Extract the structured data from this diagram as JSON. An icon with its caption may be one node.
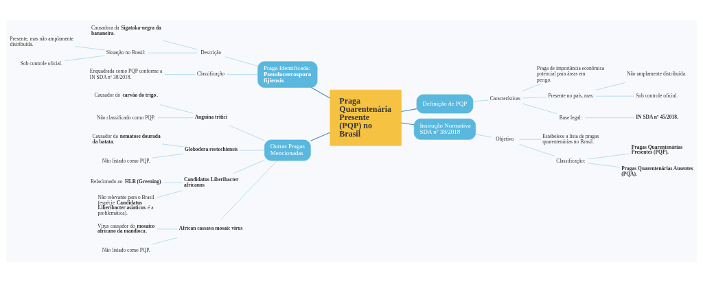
{
  "diagram": {
    "nodes": [
      {
        "text": [
          "Praga Quarentenária Presente (PQP) no Brasil"
        ]
      },
      {
        "text": [
          "Praga Identificada: **Pseudocercospora fijiensis**"
        ]
      },
      {
        "text": [
          "Descrição"
        ]
      },
      {
        "text": [
          "Causadora da **Sigatoka-negra da bananeira**."
        ]
      },
      {
        "text": [
          "Situação no Brasil:"
        ]
      },
      {
        "text": [
          "Presente, mas não amplamente distribuída."
        ]
      },
      {
        "text": [
          "Sob controle oficial."
        ]
      },
      {
        "text": [
          "Classificação"
        ]
      },
      {
        "text": [
          "Enquadrada como PQP conforme a IN SDA nº 38/2018."
        ]
      },
      {
        "text": [
          "Outras Pragas Mencionadas"
        ]
      },
      {
        "text": [
          "Anguina tritici"
        ]
      },
      {
        "text": [
          "Causador do **carvão do trigo**."
        ]
      },
      {
        "text": [
          "Não classificado como PQP."
        ]
      },
      {
        "text": [
          "Globodera rostochiensis"
        ]
      },
      {
        "text": [
          "Causador da **nematose dourada da batata**."
        ]
      },
      {
        "text": [
          "Não listado como PQP."
        ]
      },
      {
        "text": [
          "Candidatus Liberibacter africanus"
        ]
      },
      {
        "text": [
          "Relacionado ao **HLB (Greening)**."
        ]
      },
      {
        "text": [
          "Não relevante para o Brasil (espécie **Candidatus Liberibacter asiaticus** é a problemática)."
        ]
      },
      {
        "text": [
          "African cassava mosaic virus"
        ]
      },
      {
        "text": [
          "Vírus causador do **mosaico africano da mandioca**."
        ]
      },
      {
        "text": [
          "Não listado como PQP."
        ]
      },
      {
        "text": [
          "Definição de PQP"
        ]
      },
      {
        "text": [
          "Características"
        ]
      },
      {
        "text": [
          "Praga de importância econômica potencial para áreas em perigo."
        ]
      },
      {
        "text": [
          "Presente no país, mas:"
        ]
      },
      {
        "text": [
          "Não amplamente distribuída."
        ]
      },
      {
        "text": [
          "Sob controle oficial."
        ]
      },
      {
        "text": [
          "Base legal:"
        ]
      },
      {
        "text": [
          "IN SDA nº 45/2018."
        ]
      },
      {
        "text": [
          "Instrução Normativa SDA nº 38/2018"
        ]
      },
      {
        "text": [
          "Objetivo"
        ]
      },
      {
        "text": [
          "Estabelece a lista de pragas quarentenárias no Brasil."
        ]
      },
      {
        "text": [
          "Classificação:"
        ]
      },
      {
        "text": [
          "Pragas Quarentenárias Presentes (PQP)."
        ]
      },
      {
        "text": [
          "Pragas Quarentenárias Ausentes (PQA)."
        ]
      }
    ],
    "edges": [
      {
        "from": 1,
        "to": 0,
        "arrow": "none",
        "color": "#4a86c5"
      },
      {
        "from": 2,
        "to": 1,
        "arrow": "none"
      },
      {
        "from": 3,
        "to": 2,
        "arrow": "none"
      },
      {
        "from": 4,
        "to": 2,
        "arrow": "none"
      },
      {
        "from": 5,
        "to": 4,
        "arrow": "none"
      },
      {
        "from": 6,
        "to": 4,
        "arrow": "none"
      },
      {
        "from": 7,
        "to": 1,
        "arrow": "none"
      },
      {
        "from": 8,
        "to": 7,
        "arrow": "none"
      },
      {
        "from": 9,
        "to": 0,
        "arrow": "none",
        "color": "#4a86c5"
      },
      {
        "from": 10,
        "to": 9,
        "arrow": "none"
      },
      {
        "from": 11,
        "to": 10,
        "arrow": "none"
      },
      {
        "from": 12,
        "to": 10,
        "arrow": "none"
      },
      {
        "from": 13,
        "to": 9,
        "arrow": "none"
      },
      {
        "from": 14,
        "to": 13,
        "arrow": "none"
      },
      {
        "from": 15,
        "to": 13,
        "arrow": "none"
      },
      {
        "from": 16,
        "to": 9,
        "arrow": "none"
      },
      {
        "from": 17,
        "to": 16,
        "arrow": "none"
      },
      {
        "from": 18,
        "to": 16,
        "arrow": "none"
      },
      {
        "from": 19,
        "to": 9,
        "arrow": "none"
      },
      {
        "from": 20,
        "to": 19,
        "arrow": "none"
      },
      {
        "from": 21,
        "to": 19,
        "arrow": "none"
      },
      {
        "from": 0,
        "to": 22,
        "arrow": "none",
        "color": "#4a86c5"
      },
      {
        "from": 22,
        "to": 23,
        "arrow": "none"
      },
      {
        "from": 23,
        "to": 24,
        "arrow": "none"
      },
      {
        "from": 23,
        "to": 25,
        "arrow": "none"
      },
      {
        "from": 25,
        "to": 26,
        "arrow": "none"
      },
      {
        "from": 25,
        "to": 27,
        "arrow": "none"
      },
      {
        "from": 23,
        "to": 28,
        "arrow": "none"
      },
      {
        "from": 28,
        "to": 29,
        "arrow": "none"
      },
      {
        "from": 0,
        "to": 30,
        "arrow": "none",
        "color": "#4a86c5"
      },
      {
        "from": 30,
        "to": 31,
        "arrow": "none"
      },
      {
        "from": 31,
        "to": 32,
        "arrow": "none"
      },
      {
        "from": 31,
        "to": 33,
        "arrow": "none"
      },
      {
        "from": 33,
        "to": 34,
        "arrow": "none"
      },
      {
        "from": 33,
        "to": 35,
        "arrow": "none"
      }
    ]
  }
}
